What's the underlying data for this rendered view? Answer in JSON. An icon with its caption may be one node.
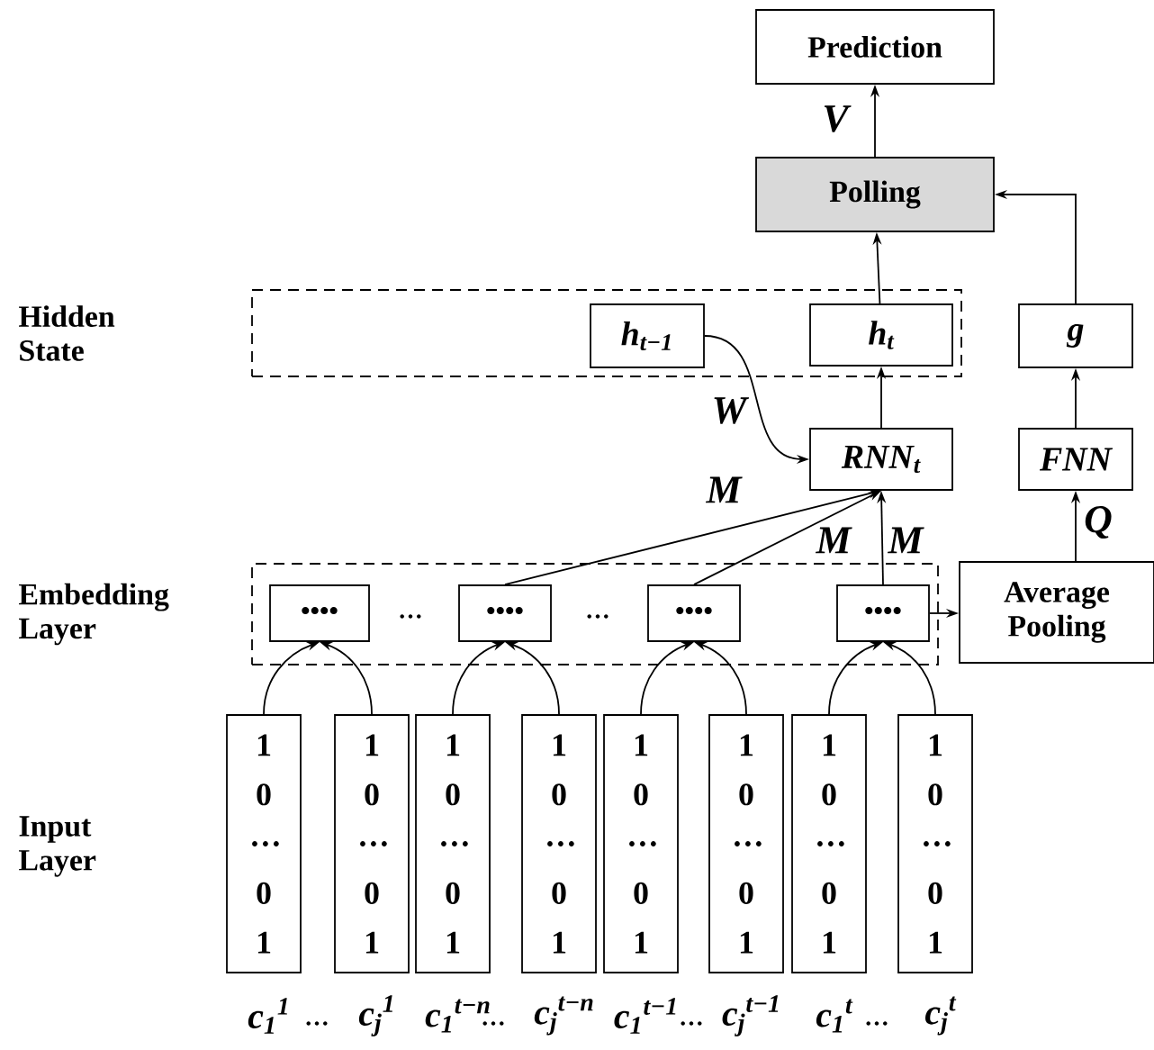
{
  "diagram": {
    "nodes": [
      {
        "text": [
          "Prediction"
        ]
      },
      {
        "text": [
          "Polling"
        ]
      },
      {
        "text": [
          "Hidden State"
        ]
      },
      {
        "text": [
          "h$_{t−1}$"
        ],
        "in": 2
      },
      {
        "text": [
          "h$_{t}$"
        ],
        "in": 2
      },
      {
        "text": [
          "g"
        ]
      },
      {
        "text": [
          "RNN$_{t}$"
        ]
      },
      {
        "text": [
          "FNN"
        ]
      },
      {
        "text": [
          "Embedding Layer"
        ]
      },
      {
        "text": [
          "••••"
        ],
        "in": 8
      },
      {
        "text": [
          "••••"
        ],
        "in": 8
      },
      {
        "text": [
          "••••"
        ],
        "in": 8
      },
      {
        "text": [
          "••••"
        ],
        "in": 8
      },
      {
        "text": [
          "Average Pooling"
        ]
      },
      {
        "text": [
          "1 0 ··· 0 1"
        ],
        "beside": [
          "c$_{1}$$^{1}$"
        ]
      },
      {
        "text": [
          "1 0 ··· 0 1"
        ],
        "beside": [
          "c$_{j}$$^{1}$"
        ]
      },
      {
        "text": [
          "1 0 ··· 0 1"
        ],
        "beside": [
          "c$_{1}$$^{t−n}$"
        ]
      },
      {
        "text": [
          "1 0 ··· 0 1"
        ],
        "beside": [
          "c$_{j}$$^{t−n}$"
        ]
      },
      {
        "text": [
          "1 0 ··· 0 1"
        ],
        "beside": [
          "c$_{1}$$^{t−1}$"
        ]
      },
      {
        "text": [
          "1 0 ··· 0 1"
        ],
        "beside": [
          "c$_{j}$$^{t−1}$"
        ]
      },
      {
        "text": [
          "1 0 ··· 0 1"
        ],
        "beside": [
          "c$_{1}$$^{t}$"
        ]
      },
      {
        "text": [
          "1 0 ··· 0 1"
        ],
        "beside": [
          "c$_{j}$$^{t}$"
        ]
      }
    ],
    "edges": [
      {
        "from": 1,
        "to": 0,
        "arrow": "to",
        "label": "V"
      },
      {
        "from": 4,
        "to": 1,
        "arrow": "to"
      },
      {
        "from": 5,
        "to": 1,
        "arrow": "to"
      },
      {
        "from": 6,
        "to": 4,
        "arrow": "to"
      },
      {
        "from": 3,
        "to": 6,
        "arrow": "to",
        "label": "W"
      },
      {
        "from": 7,
        "to": 5,
        "arrow": "to"
      },
      {
        "from": 13,
        "to": 7,
        "arrow": "to",
        "label": "Q"
      },
      {
        "from": 12,
        "to": 13,
        "arrow": "to"
      },
      {
        "from": 10,
        "to": 6,
        "arrow": "to",
        "label": "M"
      },
      {
        "from": 11,
        "to": 6,
        "arrow": "to",
        "label": "M"
      },
      {
        "from": 12,
        "to": 6,
        "arrow": "to",
        "label": "M"
      },
      {
        "from": 14,
        "to": 9,
        "arrow": "to"
      },
      {
        "from": 15,
        "to": 9,
        "arrow": "to"
      },
      {
        "from": 16,
        "to": 10,
        "arrow": "to"
      },
      {
        "from": 17,
        "to": 10,
        "arrow": "to"
      },
      {
        "from": 18,
        "to": 11,
        "arrow": "to"
      },
      {
        "from": 19,
        "to": 11,
        "arrow": "to"
      },
      {
        "from": 20,
        "to": 12,
        "arrow": "to"
      },
      {
        "from": 21,
        "to": 12,
        "arrow": "to"
      }
    ],
    "labels": [
      "···",
      "···",
      "Input Layer",
      "···",
      "···",
      "···",
      "···"
    ]
  }
}
